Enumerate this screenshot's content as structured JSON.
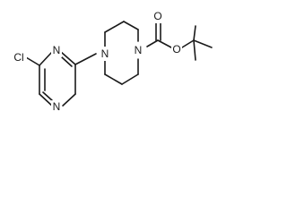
{
  "molecule": {
    "atoms": {
      "cl": "Cl",
      "n_pyrazine_top": "N",
      "n_pyrazine_bottom": "N",
      "n_piperazine_left": "N",
      "n_piperazine_right": "N",
      "o_carbonyl": "O",
      "o_ester": "O"
    }
  },
  "colors": {
    "bond": "#1a1a1a",
    "background": "#ffffff"
  }
}
